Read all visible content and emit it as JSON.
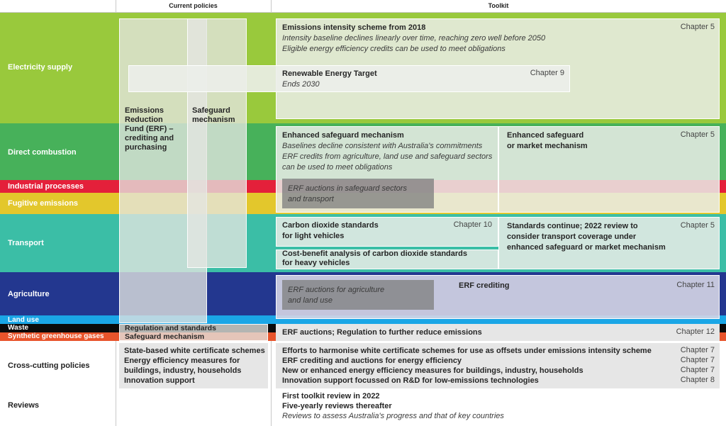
{
  "headers": {
    "current": "Current policies",
    "toolkit": "Toolkit"
  },
  "colors": {
    "electricity": "#99c93c",
    "direct_combustion": "#47b15a",
    "industrial": "#e4203a",
    "fugitive": "#e3c72c",
    "transport": "#3bbea6",
    "agriculture": "#23378f",
    "land_use": "#1aa6e6",
    "waste": "#0a0a0a",
    "synthetic": "#e8542b"
  },
  "rows": {
    "electricity": "Electricity supply",
    "direct_combustion": "Direct combustion",
    "industrial": "Industrial processes",
    "fugitive": "Fugitive emissions",
    "transport": "Transport",
    "agriculture": "Agriculture",
    "land_use": "Land use",
    "waste": "Waste",
    "synthetic": "Synthetic greenhouse gases",
    "cross_cutting": "Cross-cutting policies",
    "reviews": "Reviews"
  },
  "current": {
    "erf": [
      "Emissions",
      "Reduction",
      "Fund (ERF) –",
      "crediting and",
      "purchasing"
    ],
    "safeguard": [
      "Safeguard",
      "mechanism"
    ],
    "waste_lines": [
      "Regulation and standards",
      "Safeguard mechanism"
    ],
    "cross_lines": [
      "State-based white certificate schemes",
      "Energy efficiency measures for",
      "buildings, industry, households",
      "Innovation support"
    ]
  },
  "toolkit": {
    "intensity": {
      "title": "Emissions intensity scheme from 2018",
      "line1": "Intensity baseline declines linearly over time, reaching zero well before 2050",
      "line2": "Eligible energy efficiency credits can be used to meet obligations",
      "chapter": "Chapter 5"
    },
    "ret": {
      "title": "Renewable Energy Target",
      "sub": "Ends 2030",
      "chapter": "Chapter 9"
    },
    "enh_safeguard": {
      "title": "Enhanced safeguard mechanism",
      "line1": "Baselines decline consistent with Australia's commitments",
      "line2": "ERF credits from agriculture, land use and safeguard sectors",
      "line3": "can be used to meet obligations"
    },
    "enh_market": {
      "line1": "Enhanced safeguard",
      "line2": "or market mechanism",
      "chapter": "Chapter 5"
    },
    "erf_safeguard": {
      "line1": "ERF auctions in safeguard sectors",
      "line2": "and transport"
    },
    "co2_light": {
      "line1": "Carbon dioxide standards",
      "line2": "for light vehicles",
      "chapter": "Chapter 10"
    },
    "co2_heavy": {
      "line1": "Cost-benefit analysis of carbon dioxide standards",
      "line2": "for heavy vehicles"
    },
    "standards_continue": {
      "line1": "Standards continue; 2022 review to",
      "line2": "consider transport coverage under",
      "line3": "enhanced safeguard or market mechanism",
      "chapter": "Chapter 5"
    },
    "erf_agri": {
      "line1": "ERF auctions for agriculture",
      "line2": "and land use"
    },
    "erf_crediting": {
      "title": "ERF crediting",
      "chapter": "Chapter 11"
    },
    "waste": {
      "title": "ERF auctions; Regulation to further reduce emissions",
      "chapter": "Chapter 12"
    },
    "cross": [
      {
        "text": "Efforts to harmonise white certificate schemes for use as offsets under emissions intensity scheme",
        "chapter": "Chapter 7"
      },
      {
        "text": "ERF crediting and auctions for energy efficiency",
        "chapter": "Chapter 7"
      },
      {
        "text": "New or enhanced energy efficiency measures for buildings, industry, households",
        "chapter": "Chapter 7"
      },
      {
        "text": "Innovation support focussed on R&D for low-emissions technologies",
        "chapter": "Chapter 8"
      }
    ],
    "reviews": {
      "line1": "First toolkit review in 2022",
      "line2": "Five-yearly reviews thereafter",
      "line3": "Reviews to assess Australia's progress and that of key countries"
    }
  }
}
